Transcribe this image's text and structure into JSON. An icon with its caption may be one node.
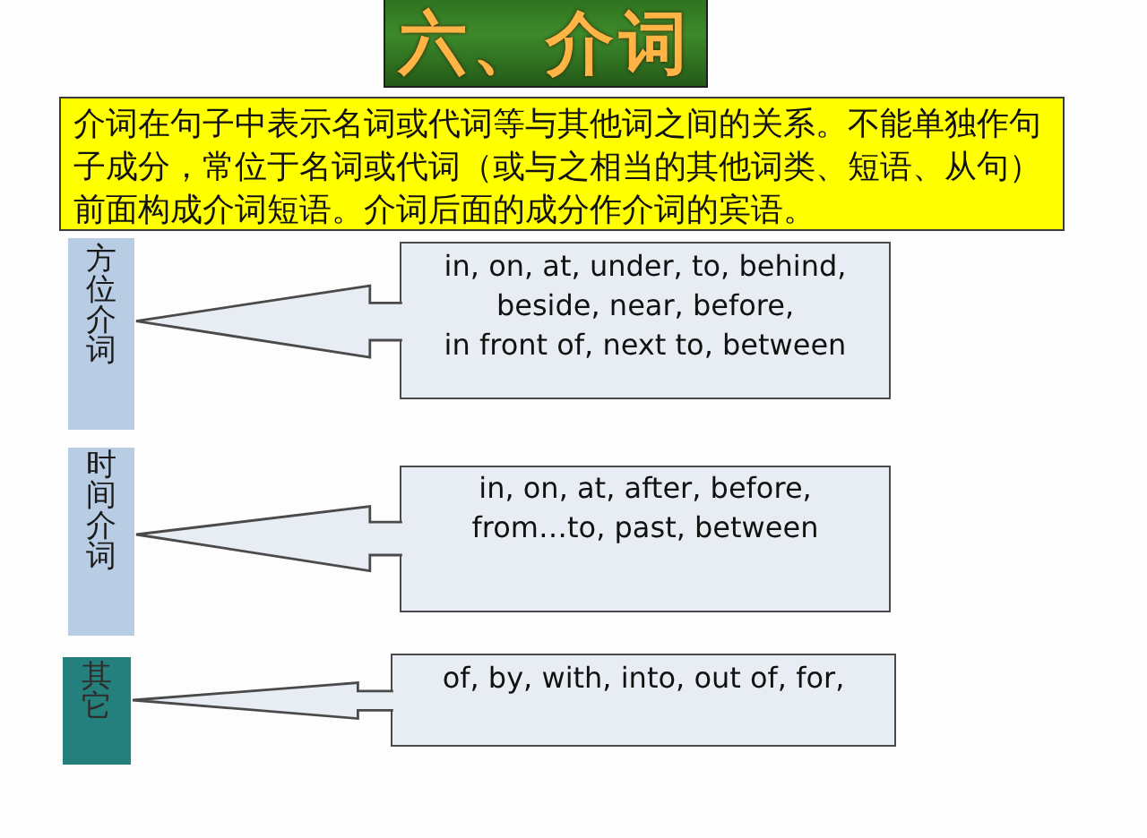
{
  "diagram": {
    "title": "六、介词",
    "nodes": [
      {
        "text": [
          "介词在句子中表示名词或代词等与其他词之间的关系。不能单独作句子成分，常位于名词或代词（或与之相当的其他词类、短语、从句）前面构成介词短语。介词后面的成分作介词的宾语。"
        ]
      },
      {
        "text": [
          "方位介词"
        ]
      },
      {
        "text": [
          "in, on, at, under, to, behind, beside, near, before, in front of, next to, between"
        ]
      },
      {
        "text": [
          "时间介词"
        ]
      },
      {
        "text": [
          "in, on, at, after, before, from…to, past, between"
        ]
      },
      {
        "text": [
          "其它"
        ]
      },
      {
        "text": [
          "of, by, with, into, out of, for,"
        ]
      }
    ],
    "edges": [
      {
        "from": 2,
        "to": 1,
        "arrow": "to"
      },
      {
        "from": 4,
        "to": 3,
        "arrow": "to"
      },
      {
        "from": 6,
        "to": 5,
        "arrow": "to"
      }
    ]
  }
}
